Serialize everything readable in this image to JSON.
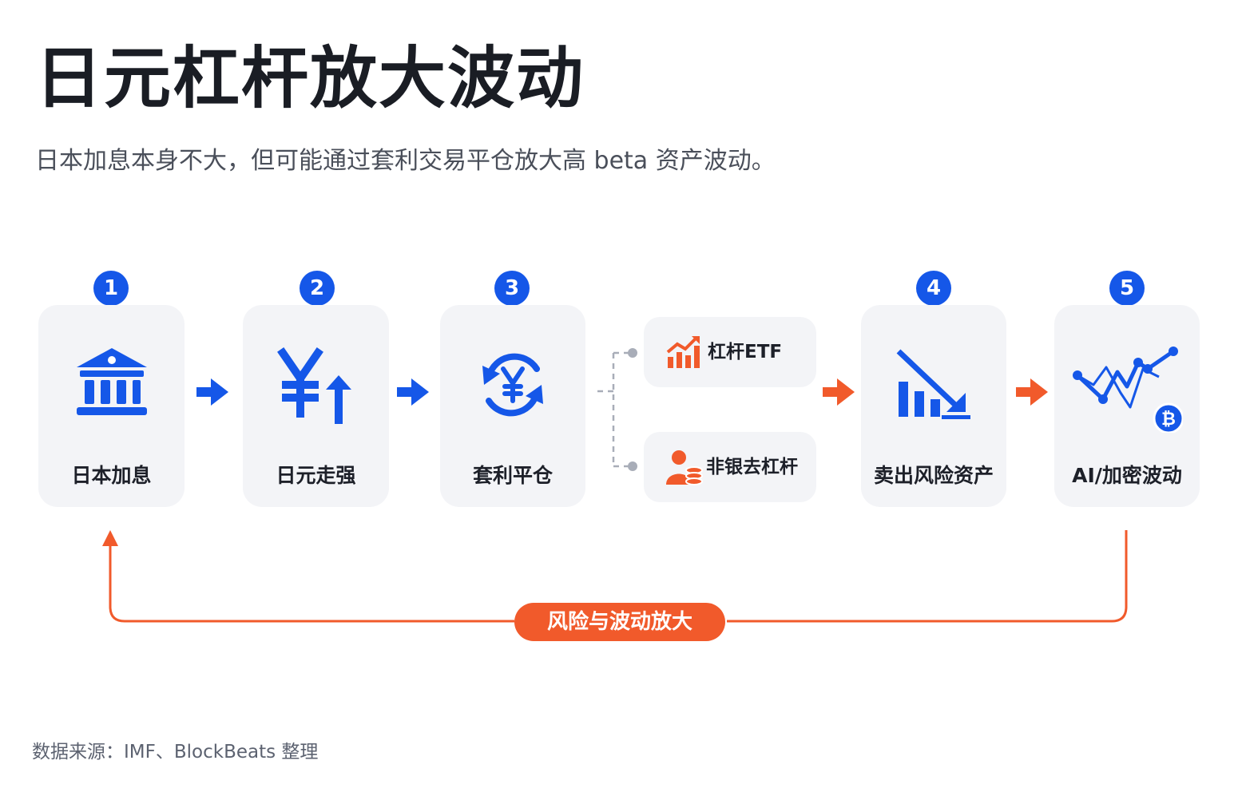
{
  "header": {
    "title": "日元杠杆放大波动",
    "subtitle": "日本加息本身不大，但可能通过套利交易平仓放大高 beta 资产波动。"
  },
  "steps": [
    {
      "badge": "1",
      "label": "日本加息",
      "icon": "bank-icon"
    },
    {
      "badge": "2",
      "label": "日元走强",
      "icon": "yen-up-icon"
    },
    {
      "badge": "3",
      "label": "套利平仓",
      "icon": "yen-cycle-icon"
    },
    {
      "badge": "4",
      "label": "卖出风险资产",
      "icon": "chart-down-icon"
    },
    {
      "badge": "5",
      "label": "AI/加密波动",
      "icon": "volatility-bitcoin-icon"
    }
  ],
  "branches": [
    {
      "label": "杠杆ETF",
      "icon": "rising-bars-icon"
    },
    {
      "label": "非银去杠杆",
      "icon": "person-coins-icon"
    }
  ],
  "feedback": {
    "label": "风险与波动放大"
  },
  "footer": {
    "source": "数据来源：IMF、BlockBeats 整理"
  },
  "colors": {
    "primary_blue": "#1557e8",
    "accent_orange": "#f15a2b",
    "card_bg": "#f3f4f7",
    "text_dark": "#1a1d24",
    "text_muted": "#4a4f5a"
  }
}
